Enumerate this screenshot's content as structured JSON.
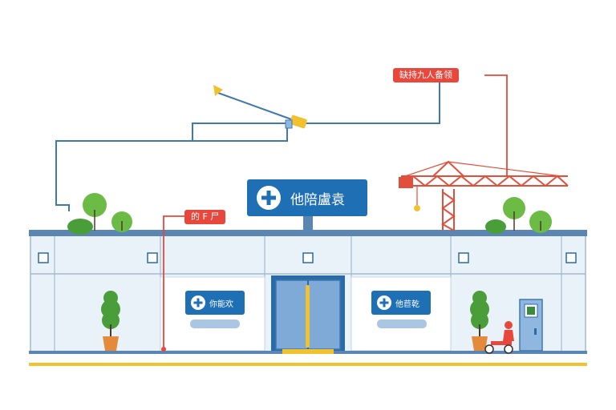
{
  "callouts": {
    "top_right": "缺持九人备领",
    "left": "的 F 尸"
  },
  "signs": {
    "main": "他陪盧袁",
    "left_panel": "你能欢",
    "right_panel": "他苣乾"
  },
  "colors": {
    "roof": "#5b86b4",
    "building_fill": "#eaf2f9",
    "building_stroke": "#9fb9d2",
    "sign_blue": "#1f6fb5",
    "callout_red": "#e8473b",
    "crane_red": "#e0503c",
    "cable_blue": "#3f78b0",
    "ground_yellow": "#f2c12e",
    "tree_green": "#4a9e3a",
    "pot_orange": "#e38a3b"
  },
  "icons": [
    "medical-cross-icon",
    "tree-icon",
    "crane-icon",
    "door-icon",
    "kiosk-icon",
    "scooter-rider-icon",
    "cctv-camera-icon"
  ]
}
